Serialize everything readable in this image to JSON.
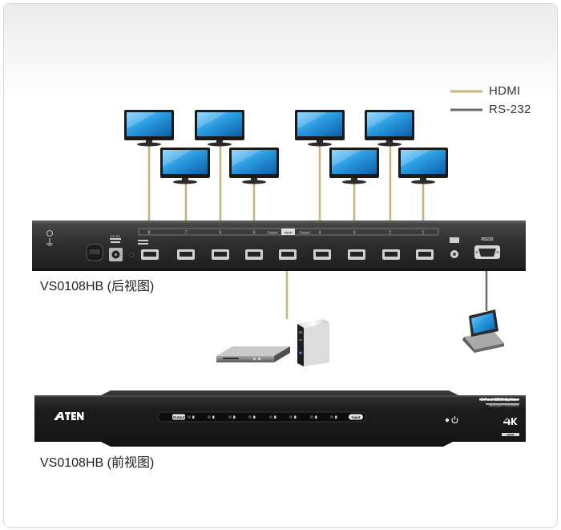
{
  "legend": {
    "hdmi_label": "HDMI",
    "rs232_label": "RS-232",
    "hdmi_color": "#c8b57e",
    "rs232_color": "#6a6a6a"
  },
  "rear_panel": {
    "caption": "VS0108HB (后视图)",
    "output_word": "Output",
    "input_word": "Input",
    "port_numbers_left": [
      "8",
      "7",
      "6",
      "5"
    ],
    "port_numbers_right": [
      "4",
      "3",
      "2",
      "1"
    ],
    "rs232_label": "RS232",
    "dc_label": "DC 5V"
  },
  "front_panel": {
    "caption": "VS0108HB (前视图)",
    "brand": "ATEN",
    "model_title": "8 Port HDMI Splitter",
    "model_sub": "VanCryst VS0108HB",
    "output_word": "Output",
    "input_word": "Input",
    "led_numbers": [
      "1",
      "2",
      "3",
      "4",
      "5",
      "6",
      "7",
      "8"
    ],
    "badge_4k": "4K",
    "badge_hdmi": "HDMI"
  },
  "colors": {
    "panel_dark": "#2e2e2e",
    "screen_blue": "#1f8fd8"
  }
}
